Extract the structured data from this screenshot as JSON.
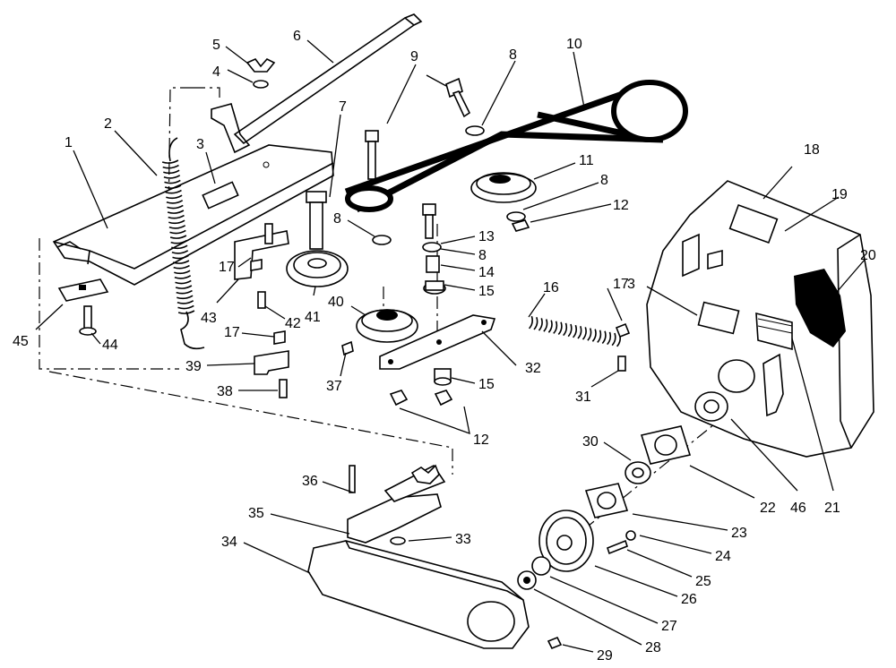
{
  "diagram": {
    "callouts": [
      {
        "id": "c1",
        "text": "1"
      },
      {
        "id": "c2",
        "text": "2"
      },
      {
        "id": "c3a",
        "text": "3"
      },
      {
        "id": "c3b",
        "text": "3"
      },
      {
        "id": "c4",
        "text": "4"
      },
      {
        "id": "c5",
        "text": "5"
      },
      {
        "id": "c6",
        "text": "6"
      },
      {
        "id": "c7",
        "text": "7"
      },
      {
        "id": "c8a",
        "text": "8"
      },
      {
        "id": "c8b",
        "text": "8"
      },
      {
        "id": "c8c",
        "text": "8"
      },
      {
        "id": "c8d",
        "text": "8"
      },
      {
        "id": "c9",
        "text": "9"
      },
      {
        "id": "c10",
        "text": "10"
      },
      {
        "id": "c11",
        "text": "11"
      },
      {
        "id": "c12a",
        "text": "12"
      },
      {
        "id": "c12b",
        "text": "12"
      },
      {
        "id": "c13",
        "text": "13"
      },
      {
        "id": "c14",
        "text": "14"
      },
      {
        "id": "c15a",
        "text": "15"
      },
      {
        "id": "c15b",
        "text": "15"
      },
      {
        "id": "c16",
        "text": "16"
      },
      {
        "id": "c17a",
        "text": "17"
      },
      {
        "id": "c17b",
        "text": "17"
      },
      {
        "id": "c17c",
        "text": "17"
      },
      {
        "id": "c18",
        "text": "18"
      },
      {
        "id": "c19",
        "text": "19"
      },
      {
        "id": "c20",
        "text": "20"
      },
      {
        "id": "c21",
        "text": "21"
      },
      {
        "id": "c22",
        "text": "22"
      },
      {
        "id": "c23",
        "text": "23"
      },
      {
        "id": "c24",
        "text": "24"
      },
      {
        "id": "c25",
        "text": "25"
      },
      {
        "id": "c26",
        "text": "26"
      },
      {
        "id": "c27",
        "text": "27"
      },
      {
        "id": "c28",
        "text": "28"
      },
      {
        "id": "c29",
        "text": "29"
      },
      {
        "id": "c30",
        "text": "30"
      },
      {
        "id": "c31",
        "text": "31"
      },
      {
        "id": "c32",
        "text": "32"
      },
      {
        "id": "c33",
        "text": "33"
      },
      {
        "id": "c34",
        "text": "34"
      },
      {
        "id": "c35",
        "text": "35"
      },
      {
        "id": "c36",
        "text": "36"
      },
      {
        "id": "c37",
        "text": "37"
      },
      {
        "id": "c38",
        "text": "38"
      },
      {
        "id": "c39",
        "text": "39"
      },
      {
        "id": "c40",
        "text": "40"
      },
      {
        "id": "c41",
        "text": "41"
      },
      {
        "id": "c42",
        "text": "42"
      },
      {
        "id": "c43",
        "text": "43"
      },
      {
        "id": "c44",
        "text": "44"
      },
      {
        "id": "c45",
        "text": "45"
      },
      {
        "id": "c46",
        "text": "46"
      }
    ]
  },
  "colors": {
    "ink": "#000000",
    "paper": "#ffffff"
  }
}
